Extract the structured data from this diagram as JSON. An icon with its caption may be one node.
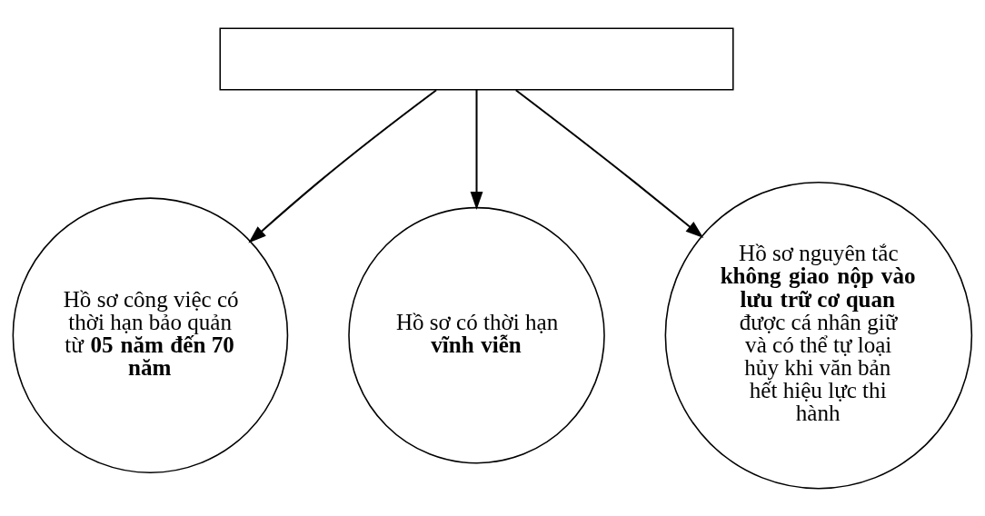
{
  "diagram": {
    "nodes": [
      {
        "text": [],
        "shape": "box"
      },
      {
        "text": [
          "Hồ sơ công việc có thời hạn bảo quản từ **05 năm đến 70 năm**"
        ]
      },
      {
        "text": [
          "Hồ sơ có thời hạn **vĩnh viễn**"
        ]
      },
      {
        "text": [
          "Hồ sơ nguyên tắc **không giao nộp vào lưu trữ cơ quan** được cá nhân giữ và có thể tự loại hủy khi văn bản hết hiệu lực thi hành"
        ]
      }
    ],
    "edges": [
      {
        "from": 0,
        "to": 1,
        "arrow": "to"
      },
      {
        "from": 0,
        "to": 2,
        "arrow": "to"
      },
      {
        "from": 0,
        "to": 3,
        "arrow": "to"
      }
    ]
  }
}
